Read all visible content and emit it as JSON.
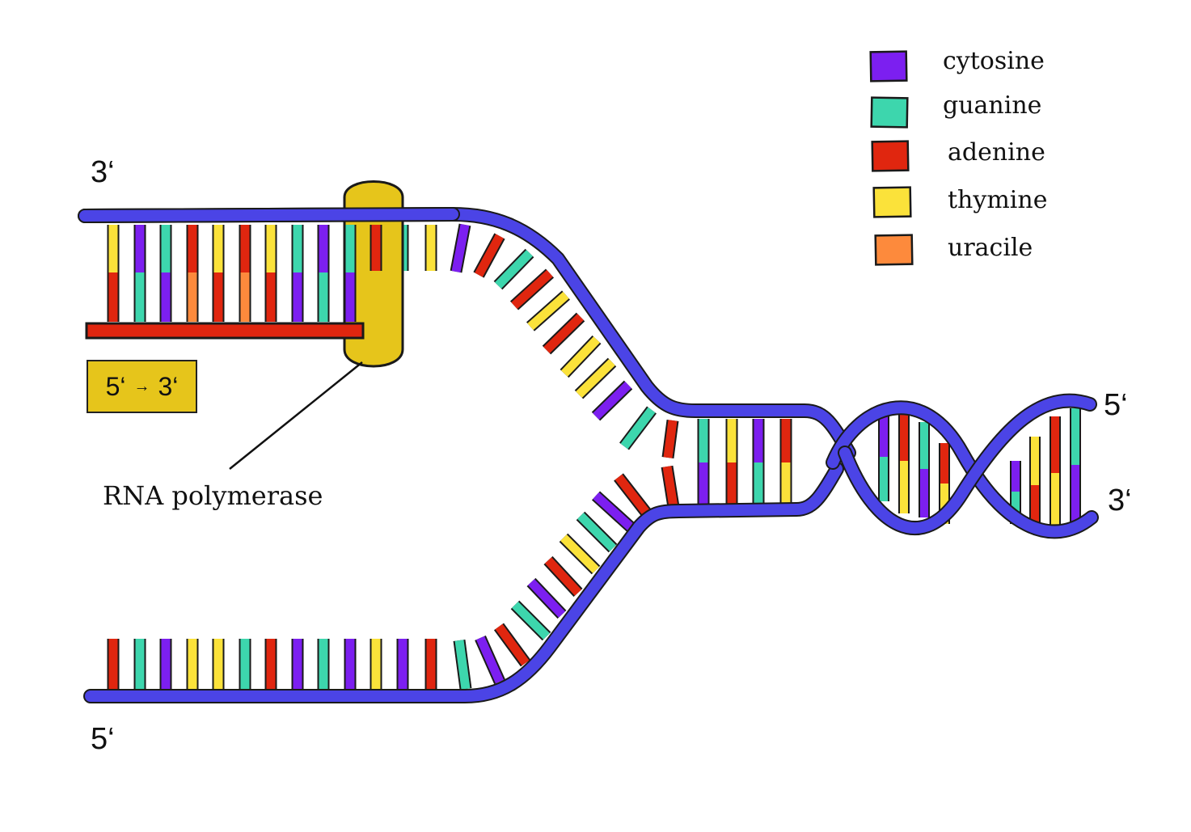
{
  "labels": {
    "top_left": "3‘",
    "bottom_left": "5‘",
    "right_top": "5‘",
    "right_bottom": "3‘",
    "polymerase": "RNA polymerase",
    "direction_from": "5‘",
    "direction_arrow": "→",
    "direction_to": "3‘"
  },
  "legend": [
    {
      "name": "cytosine",
      "color": "#7c1ff0"
    },
    {
      "name": "guanine",
      "color": "#3dd6ad"
    },
    {
      "name": "adenine",
      "color": "#e0260f"
    },
    {
      "name": "thymine",
      "color": "#fbe23a"
    },
    {
      "name": "uracile",
      "color": "#fd8a3c"
    }
  ],
  "colors": {
    "backbone": "#4b44e6",
    "rna_strand": "#e0260f",
    "polymerase": "#e6c51b",
    "outline": "#1a1a1a"
  },
  "sequences": {
    "top_left_dna": [
      "T",
      "C",
      "G",
      "A",
      "T",
      "A",
      "T",
      "G",
      "C",
      "G",
      "A",
      "G",
      "T",
      "C",
      "A",
      "G",
      "A",
      "T",
      "A",
      "T"
    ],
    "rna": [
      "A",
      "G",
      "C",
      "U",
      "A",
      "U",
      "A",
      "C",
      "G",
      "C"
    ],
    "bottom_dna": [
      "A",
      "G",
      "C",
      "T",
      "T",
      "G",
      "A",
      "C",
      "G",
      "C",
      "T",
      "C",
      "A",
      "G",
      "C",
      "A",
      "G",
      "C",
      "A",
      "T",
      "G",
      "C",
      "A",
      "A"
    ]
  }
}
